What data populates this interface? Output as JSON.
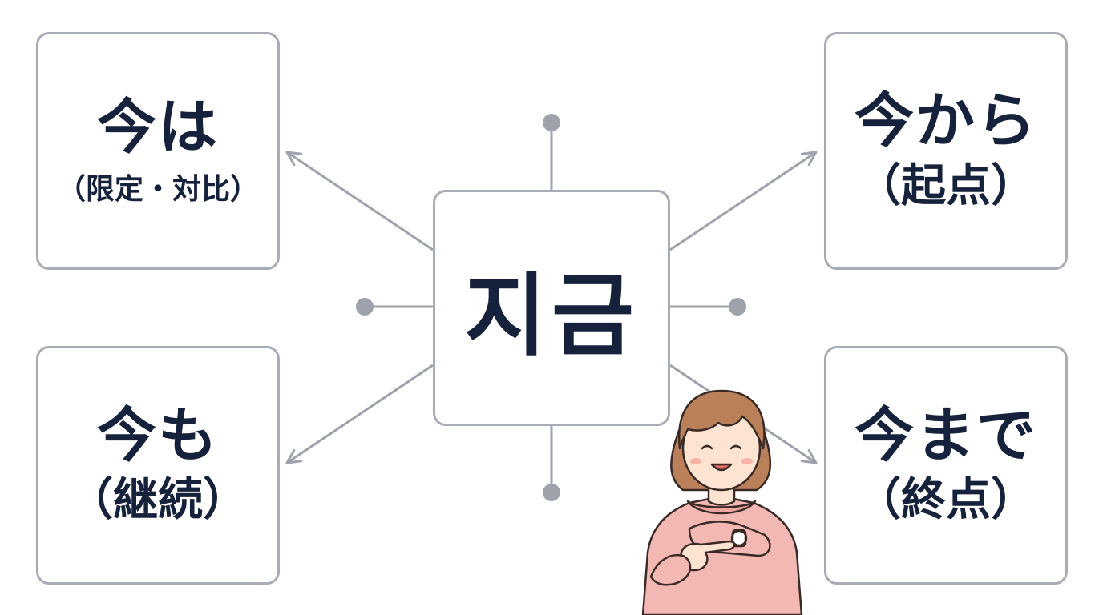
{
  "center": {
    "label": "지금"
  },
  "boxes": {
    "top_left": {
      "main": "今は",
      "sub": "（限定・対比）"
    },
    "top_right": {
      "main": "今から",
      "sub": "（起点）"
    },
    "bottom_left": {
      "main": "今も",
      "sub": "（継続）"
    },
    "bottom_right": {
      "main": "今まで",
      "sub": "（終点）"
    }
  },
  "illustration": {
    "subject": "girl-pointing-at-watch",
    "hair_color": "#b9805a",
    "hoodie_color": "#f4b8b4",
    "skin_color": "#fde3d2"
  },
  "colors": {
    "line": "#9ea2ab",
    "text": "#16213b",
    "border": "#a8acb4"
  }
}
